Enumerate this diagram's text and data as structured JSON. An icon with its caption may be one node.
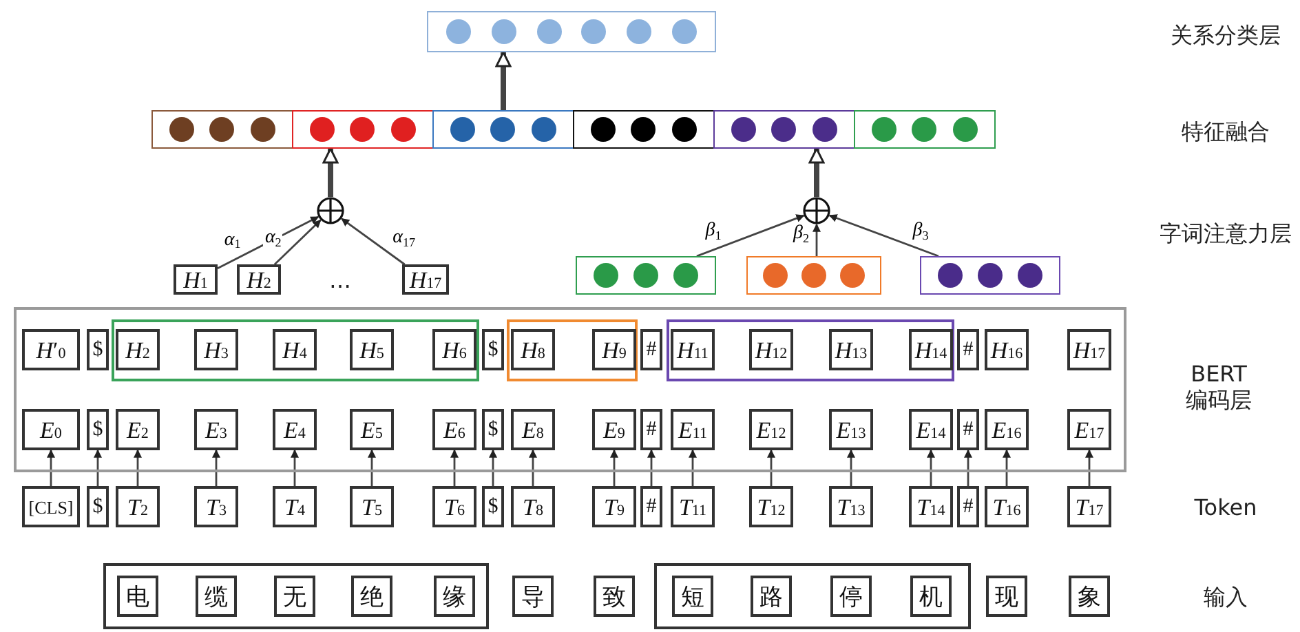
{
  "diagram": {
    "nodes": [
      {
        "text": [],
        "shape": "box"
      },
      {
        "text": [],
        "shape": "box"
      },
      {
        "text": [],
        "shape": "box"
      },
      {
        "text": [],
        "shape": "box"
      },
      {
        "text": [],
        "shape": "box"
      },
      {
        "text": [],
        "shape": "box"
      },
      {
        "text": [],
        "shape": "box"
      },
      {
        "text": [],
        "shape": "circle"
      },
      {
        "text": [],
        "shape": "circle"
      },
      {
        "text": [
          "*H*$_{1}$"
        ]
      },
      {
        "text": [
          "*H*$_{2}$"
        ]
      },
      {
        "text": [
          "*H*$_{17}$"
        ]
      },
      {
        "text": [],
        "shape": "box"
      },
      {
        "text": [],
        "shape": "box"
      },
      {
        "text": [],
        "shape": "box"
      },
      {
        "text": [],
        "shape": "box"
      },
      {
        "text": [
          "*H*′$_{0}$"
        ],
        "in": 15
      },
      {
        "text": [
          "$"
        ],
        "in": 15
      },
      {
        "text": [],
        "shape": "box",
        "in": 15
      },
      {
        "text": [
          "*H*$_{2}$"
        ],
        "in": 18
      },
      {
        "text": [
          "*H*$_{3}$"
        ],
        "in": 18
      },
      {
        "text": [
          "*H*$_{4}$"
        ],
        "in": 18
      },
      {
        "text": [
          "*H*$_{5}$"
        ],
        "in": 18
      },
      {
        "text": [
          "*H*$_{6}$"
        ],
        "in": 18
      },
      {
        "text": [
          "$"
        ],
        "in": 15
      },
      {
        "text": [],
        "shape": "box",
        "in": 15
      },
      {
        "text": [
          "*H*$_{8}$"
        ],
        "in": 25
      },
      {
        "text": [
          "*H*$_{9}$"
        ],
        "in": 25
      },
      {
        "text": [
          "#"
        ],
        "in": 15
      },
      {
        "text": [],
        "shape": "box",
        "in": 15
      },
      {
        "text": [
          "*H*$_{11}$"
        ],
        "in": 29
      },
      {
        "text": [
          "*H*$_{12}$"
        ],
        "in": 29
      },
      {
        "text": [
          "*H*$_{13}$"
        ],
        "in": 29
      },
      {
        "text": [
          "*H*$_{14}$"
        ],
        "in": 29
      },
      {
        "text": [
          "#"
        ],
        "in": 15
      },
      {
        "text": [
          "*H*$_{16}$"
        ],
        "in": 15
      },
      {
        "text": [
          "*H*$_{17}$"
        ],
        "in": 15
      },
      {
        "text": [
          "*E*$_{0}$"
        ],
        "in": 15
      },
      {
        "text": [
          "$"
        ],
        "in": 15
      },
      {
        "text": [
          "*E*$_{2}$"
        ],
        "in": 15
      },
      {
        "text": [
          "*E*$_{3}$"
        ],
        "in": 15
      },
      {
        "text": [
          "*E*$_{4}$"
        ],
        "in": 15
      },
      {
        "text": [
          "*E*$_{5}$"
        ],
        "in": 15
      },
      {
        "text": [
          "*E*$_{6}$"
        ],
        "in": 15
      },
      {
        "text": [
          "$"
        ],
        "in": 15
      },
      {
        "text": [
          "*E*$_{8}$"
        ],
        "in": 15
      },
      {
        "text": [
          "*E*$_{9}$"
        ],
        "in": 15
      },
      {
        "text": [
          "#"
        ],
        "in": 15
      },
      {
        "text": [
          "*E*$_{11}$"
        ],
        "in": 15
      },
      {
        "text": [
          "*E*$_{12}$"
        ],
        "in": 15
      },
      {
        "text": [
          "*E*$_{13}$"
        ],
        "in": 15
      },
      {
        "text": [
          "*E*$_{14}$"
        ],
        "in": 15
      },
      {
        "text": [
          "#"
        ],
        "in": 15
      },
      {
        "text": [
          "*E*$_{16}$"
        ],
        "in": 15
      },
      {
        "text": [
          "*E*$_{17}$"
        ],
        "in": 15
      },
      {
        "text": [
          "[CLS]"
        ]
      },
      {
        "text": [
          "$"
        ]
      },
      {
        "text": [
          "*T*$_{2}$"
        ]
      },
      {
        "text": [
          "*T*$_{3}$"
        ]
      },
      {
        "text": [
          "*T*$_{4}$"
        ]
      },
      {
        "text": [
          "*T*$_{5}$"
        ]
      },
      {
        "text": [
          "*T*$_{6}$"
        ]
      },
      {
        "text": [
          "$"
        ]
      },
      {
        "text": [
          "*T*$_{8}$"
        ]
      },
      {
        "text": [
          "*T*$_{9}$"
        ]
      },
      {
        "text": [
          "#"
        ]
      },
      {
        "text": [
          "*T*$_{11}$"
        ]
      },
      {
        "text": [
          "*T*$_{12}$"
        ]
      },
      {
        "text": [
          "*T*$_{13}$"
        ]
      },
      {
        "text": [
          "*T*$_{14}$"
        ]
      },
      {
        "text": [
          "#"
        ]
      },
      {
        "text": [
          "*T*$_{16}$"
        ]
      },
      {
        "text": [
          "*T*$_{17}$"
        ]
      },
      {
        "text": [],
        "shape": "box"
      },
      {
        "text": [
          "电"
        ],
        "in": 73
      },
      {
        "text": [
          "缆"
        ],
        "in": 73
      },
      {
        "text": [
          "无"
        ],
        "in": 73
      },
      {
        "text": [
          "绝"
        ],
        "in": 73
      },
      {
        "text": [
          "缘"
        ],
        "in": 73
      },
      {
        "text": [
          "导"
        ]
      },
      {
        "text": [
          "致"
        ]
      },
      {
        "text": [],
        "shape": "box"
      },
      {
        "text": [
          "短"
        ],
        "in": 81
      },
      {
        "text": [
          "路"
        ],
        "in": 81
      },
      {
        "text": [
          "停"
        ],
        "in": 81
      },
      {
        "text": [
          "机"
        ],
        "in": 81
      },
      {
        "text": [
          "现"
        ]
      },
      {
        "text": [
          "象"
        ]
      }
    ],
    "edges": [
      {
        "from": 55,
        "to": 37,
        "arrow": "to"
      },
      {
        "from": 56,
        "to": 38,
        "arrow": "to"
      },
      {
        "from": 57,
        "to": 39,
        "arrow": "to"
      },
      {
        "from": 58,
        "to": 40,
        "arrow": "to"
      },
      {
        "from": 59,
        "to": 41,
        "arrow": "to"
      },
      {
        "from": 60,
        "to": 42,
        "arrow": "to"
      },
      {
        "from": 61,
        "to": 43,
        "arrow": "to"
      },
      {
        "from": 62,
        "to": 44,
        "arrow": "to"
      },
      {
        "from": 63,
        "to": 45,
        "arrow": "to"
      },
      {
        "from": 64,
        "to": 46,
        "arrow": "to"
      },
      {
        "from": 65,
        "to": 47,
        "arrow": "to"
      },
      {
        "from": 66,
        "to": 48,
        "arrow": "to"
      },
      {
        "from": 67,
        "to": 49,
        "arrow": "to"
      },
      {
        "from": 68,
        "to": 50,
        "arrow": "to"
      },
      {
        "from": 69,
        "to": 51,
        "arrow": "to"
      },
      {
        "from": 70,
        "to": 52,
        "arrow": "to"
      },
      {
        "from": 71,
        "to": 53,
        "arrow": "to"
      },
      {
        "from": 72,
        "to": 54,
        "arrow": "to"
      },
      {
        "from": 9,
        "to": 7,
        "arrow": "to",
        "label": "*α*$_{1}$"
      },
      {
        "from": 10,
        "to": 7,
        "arrow": "to",
        "label": "*α*$_{2}$"
      },
      {
        "from": 11,
        "to": 7,
        "arrow": "to",
        "label": "*α*$_{17}$"
      },
      {
        "from": 12,
        "to": 8,
        "arrow": "to",
        "label": "*β*$_{1}$"
      },
      {
        "from": 13,
        "to": 8,
        "arrow": "to",
        "label": "*β*$_{2}$"
      },
      {
        "from": 14,
        "to": 8,
        "arrow": "to",
        "label": "*β*$_{3}$"
      },
      {
        "from": 7,
        "to": 2,
        "arrow": "to",
        "style": "thick"
      },
      {
        "from": 8,
        "to": 5,
        "arrow": "to",
        "style": "thick"
      },
      {
        "from": 3,
        "to": 0,
        "arrow": "to",
        "style": "thick"
      }
    ],
    "labels": [
      "关系分类层",
      "特征融合",
      "…",
      "字词注意力层",
      "BERT 编码层",
      "Token",
      "输入"
    ]
  }
}
